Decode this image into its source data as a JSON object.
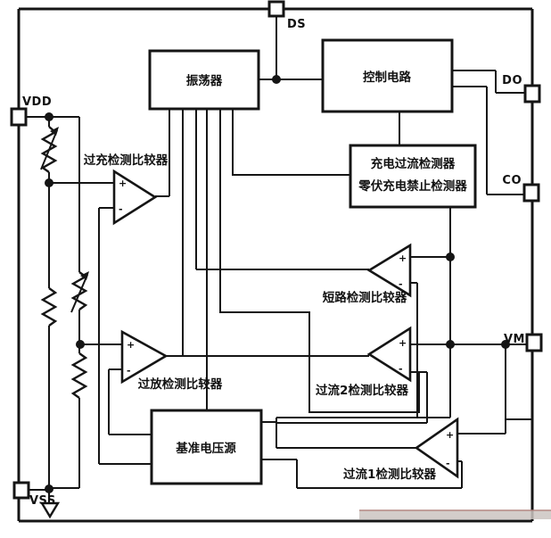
{
  "diagram": {
    "pins": {
      "ds": "DS",
      "vdd": "VDD",
      "vss": "VSS",
      "do": "DO",
      "co": "CO",
      "vm": "VM"
    },
    "blocks": {
      "oscillator": "振荡器",
      "control_circuit": "控制电路",
      "charge_detector_line1": "充电过流检测器",
      "charge_detector_line2": "零伏充电禁止检测器",
      "voltage_reference": "基准电压源"
    },
    "comparators": {
      "overcharge": "过充检测比较器",
      "overdischarge": "过放检测比较器",
      "short_circuit": "短路检测比较器",
      "overcurrent2": "过流2检测比较器",
      "overcurrent1": "过流1检测比较器"
    },
    "symbols": {
      "plus": "+",
      "minus": "-"
    },
    "colors": {
      "line": "#151515",
      "background": "#ffffff",
      "scan_band": "#cbc4c1",
      "scan_band_edge": "#b1827d"
    }
  }
}
